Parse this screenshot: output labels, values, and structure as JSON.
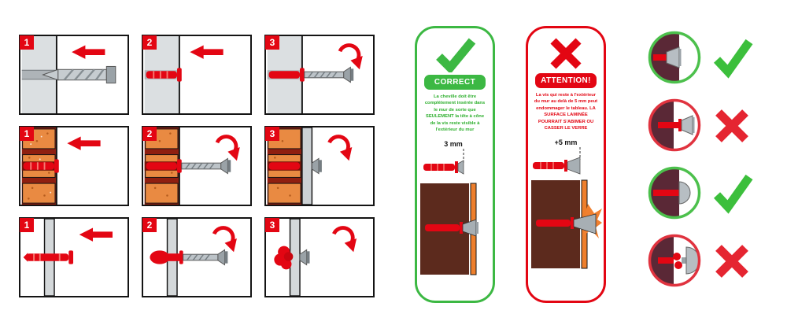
{
  "colors": {
    "red": "#e30613",
    "green": "#3cb843",
    "brick_orange": "#e98a42",
    "mortar_red": "#8f1f10",
    "wall_grey": "#dbdfe1",
    "dark_wall_brown": "#5c2a1d",
    "laminate_orange": "#ee7f2c",
    "circle_wall_maroon": "#5a2836"
  },
  "grid": {
    "rows": [
      {
        "steps": [
          "1",
          "2",
          "3"
        ]
      },
      {
        "steps": [
          "1",
          "2",
          "3"
        ]
      },
      {
        "steps": [
          "1",
          "2",
          "3"
        ]
      }
    ]
  },
  "correct_panel": {
    "title": "CORRECT",
    "body": "La cheville doit être complètement insérée dans le mur de sorte que SEULEMENT la tête à cône de la vis reste visible à l'extérieur du mur",
    "measurement_label": "3 mm"
  },
  "attention_panel": {
    "title": "ATTENTION!",
    "body": "La vis qui reste à l'extérieur du mur au delà de 5 mm peut endommager le tableau. LA SURFACE LAMINÉE POURRAIT S'ABIMER OU CASSER LE VERRE",
    "measurement_label": "+5 mm"
  },
  "examples": [
    {
      "verdict": "correct",
      "icon": "check-icon"
    },
    {
      "verdict": "wrong",
      "icon": "cross-icon"
    },
    {
      "verdict": "correct",
      "icon": "check-icon"
    },
    {
      "verdict": "wrong",
      "icon": "cross-icon"
    }
  ]
}
